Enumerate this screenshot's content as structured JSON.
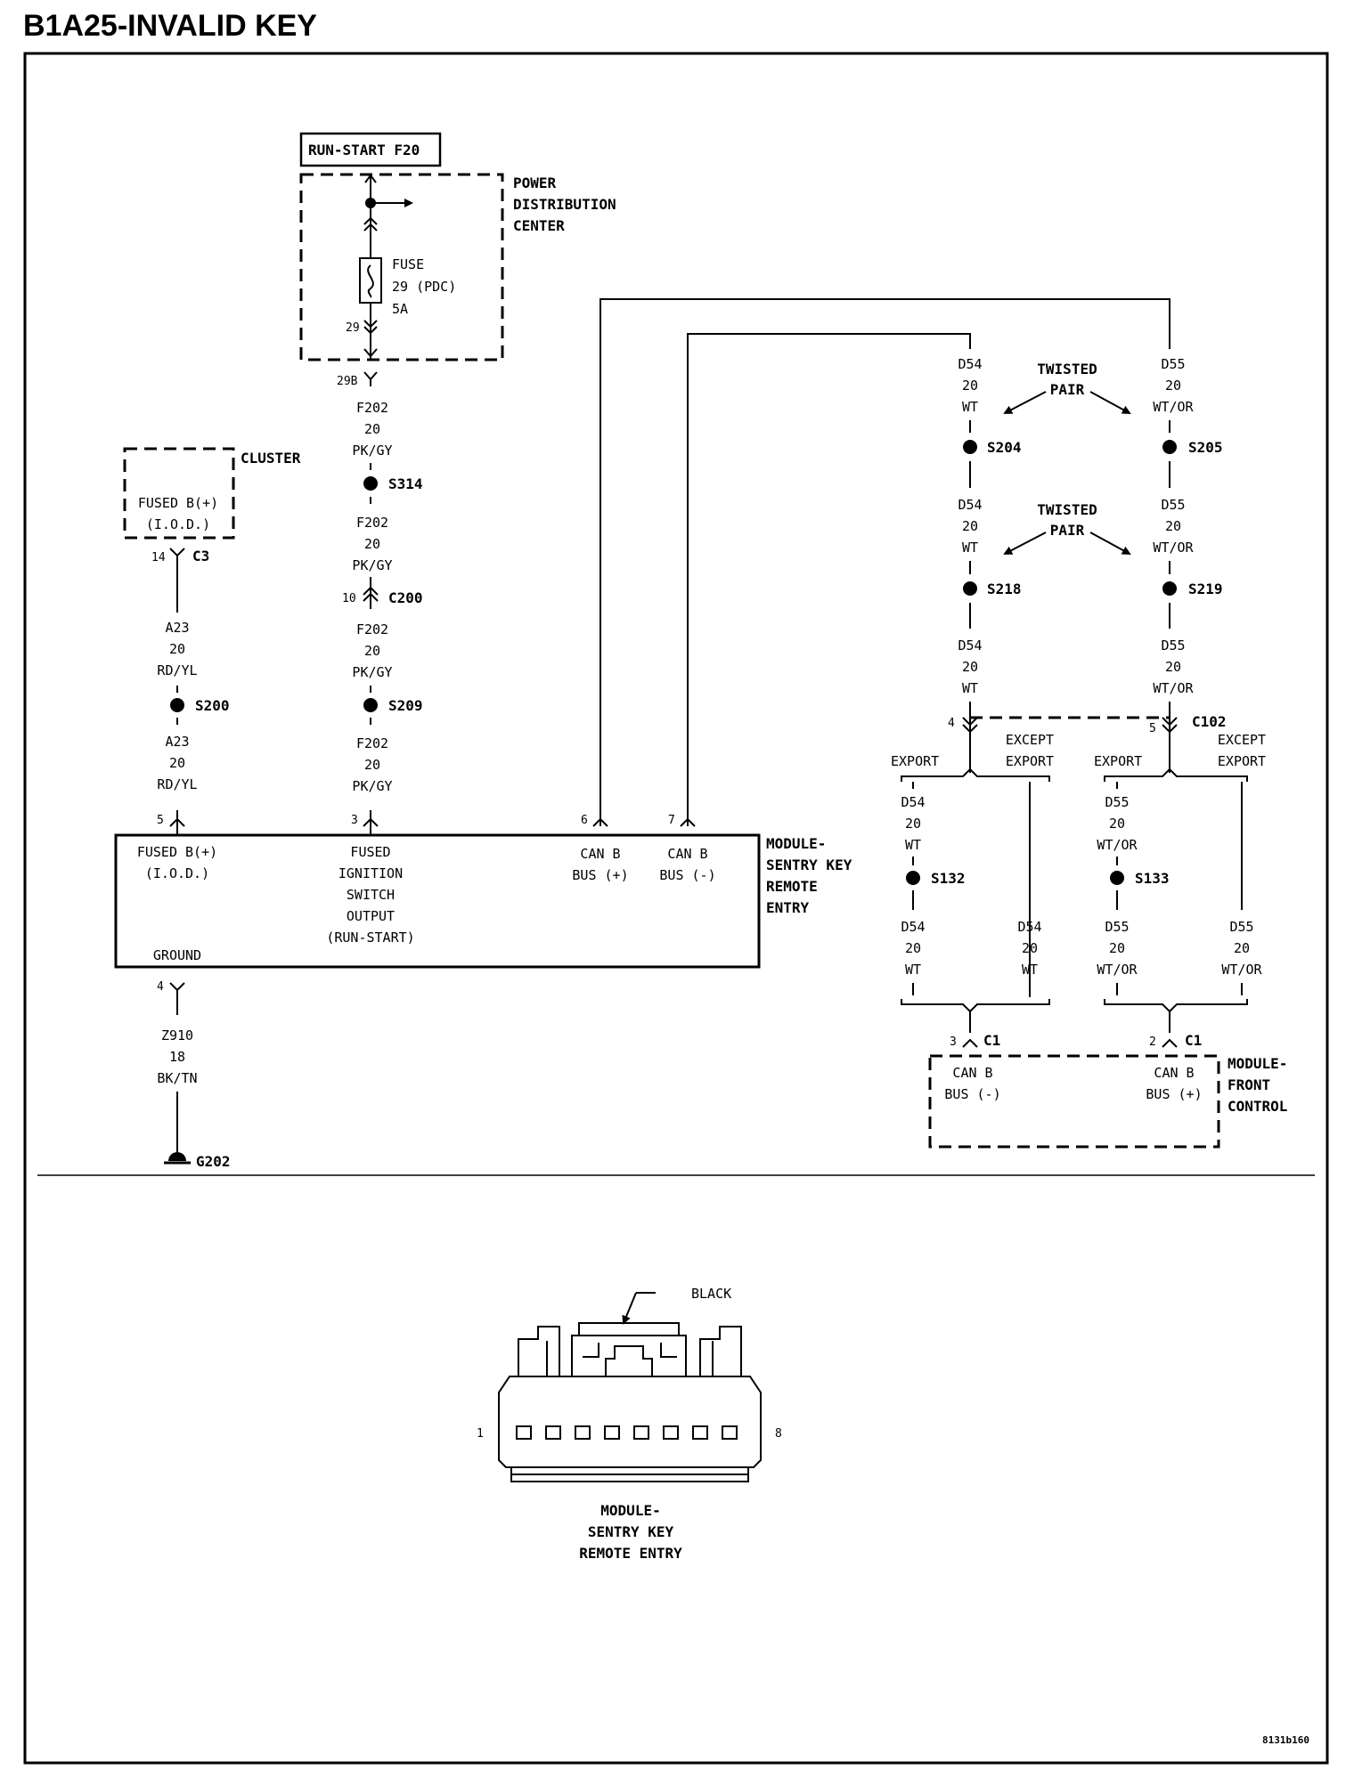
{
  "title": "B1A25-INVALID KEY",
  "pdc": {
    "fuse_source": "RUN-START F20",
    "name_lines": [
      "POWER",
      "DISTRIBUTION",
      "CENTER"
    ],
    "fuse_lines": [
      "FUSE",
      "29 (PDC)",
      "5A"
    ],
    "pin_out": "29",
    "pin_in": "29B"
  },
  "cluster": {
    "name": "CLUSTER",
    "terminal_lines": [
      "FUSED B(+)",
      "(I.O.D.)"
    ],
    "pin": "14",
    "connector": "C3"
  },
  "wires": {
    "f202_a": [
      "F202",
      "20",
      "PK/GY"
    ],
    "f202_b": [
      "F202",
      "20",
      "PK/GY"
    ],
    "f202_c": [
      "F202",
      "20",
      "PK/GY"
    ],
    "f202_d": [
      "F202",
      "20",
      "PK/GY"
    ],
    "a23_a": [
      "A23",
      "20",
      "RD/YL"
    ],
    "a23_b": [
      "A23",
      "20",
      "RD/YL"
    ],
    "z910": [
      "Z910",
      "18",
      "BK/TN"
    ],
    "d54_a": [
      "D54",
      "20",
      "WT"
    ],
    "d54_b": [
      "D54",
      "20",
      "WT"
    ],
    "d54_c": [
      "D54",
      "20",
      "WT"
    ],
    "d54_d": [
      "D54",
      "20",
      "WT"
    ],
    "d54_e": [
      "D54",
      "20",
      "WT"
    ],
    "d54_f": [
      "D54",
      "20",
      "WT"
    ],
    "d55_a": [
      "D55",
      "20",
      "WT/OR"
    ],
    "d55_b": [
      "D55",
      "20",
      "WT/OR"
    ],
    "d55_c": [
      "D55",
      "20",
      "WT/OR"
    ],
    "d55_d": [
      "D55",
      "20",
      "WT/OR"
    ],
    "d55_e": [
      "D55",
      "20",
      "WT/OR"
    ],
    "d55_f": [
      "D55",
      "20",
      "WT/OR"
    ]
  },
  "splices": {
    "s314": "S314",
    "s209": "S209",
    "s200": "S200",
    "s204": "S204",
    "s205": "S205",
    "s218": "S218",
    "s219": "S219",
    "s132": "S132",
    "s133": "S133"
  },
  "connectors": {
    "c200": "C200",
    "c200_pin": "10",
    "c102": "C102",
    "c102_pin_a": "4",
    "c102_pin_b": "5",
    "c1": "C1",
    "c1_pin_a": "3",
    "c1_pin_b": "2"
  },
  "twisted_pair": [
    "TWISTED",
    "PAIR"
  ],
  "options": {
    "export": "EXPORT",
    "except_export": [
      "EXCEPT",
      "EXPORT"
    ]
  },
  "skreem": {
    "name_lines": [
      "MODULE-",
      "SENTRY KEY",
      "REMOTE",
      "ENTRY"
    ],
    "pins": {
      "p5": "5",
      "p3": "3",
      "p6": "6",
      "p7": "7",
      "p4": "4"
    },
    "term_fused_b": [
      "FUSED B(+)",
      "(I.O.D.)"
    ],
    "term_ignition": [
      "FUSED",
      "IGNITION",
      "SWITCH",
      "OUTPUT",
      "(RUN-START)"
    ],
    "term_can_plus": [
      "CAN B",
      "BUS (+)"
    ],
    "term_can_minus": [
      "CAN B",
      "BUS (-)"
    ],
    "term_ground": "GROUND"
  },
  "ground": "G202",
  "fcm": {
    "name_lines": [
      "MODULE-",
      "FRONT",
      "CONTROL"
    ],
    "term_can_minus": [
      "CAN B",
      "BUS (-)"
    ],
    "term_can_plus": [
      "CAN B",
      "BUS (+)"
    ]
  },
  "connector_view": {
    "color_label": "BLACK",
    "pin_first": "1",
    "pin_last": "8",
    "caption_lines": [
      "MODULE-",
      "SENTRY KEY",
      "REMOTE ENTRY"
    ]
  },
  "figure_id": "8131b160"
}
